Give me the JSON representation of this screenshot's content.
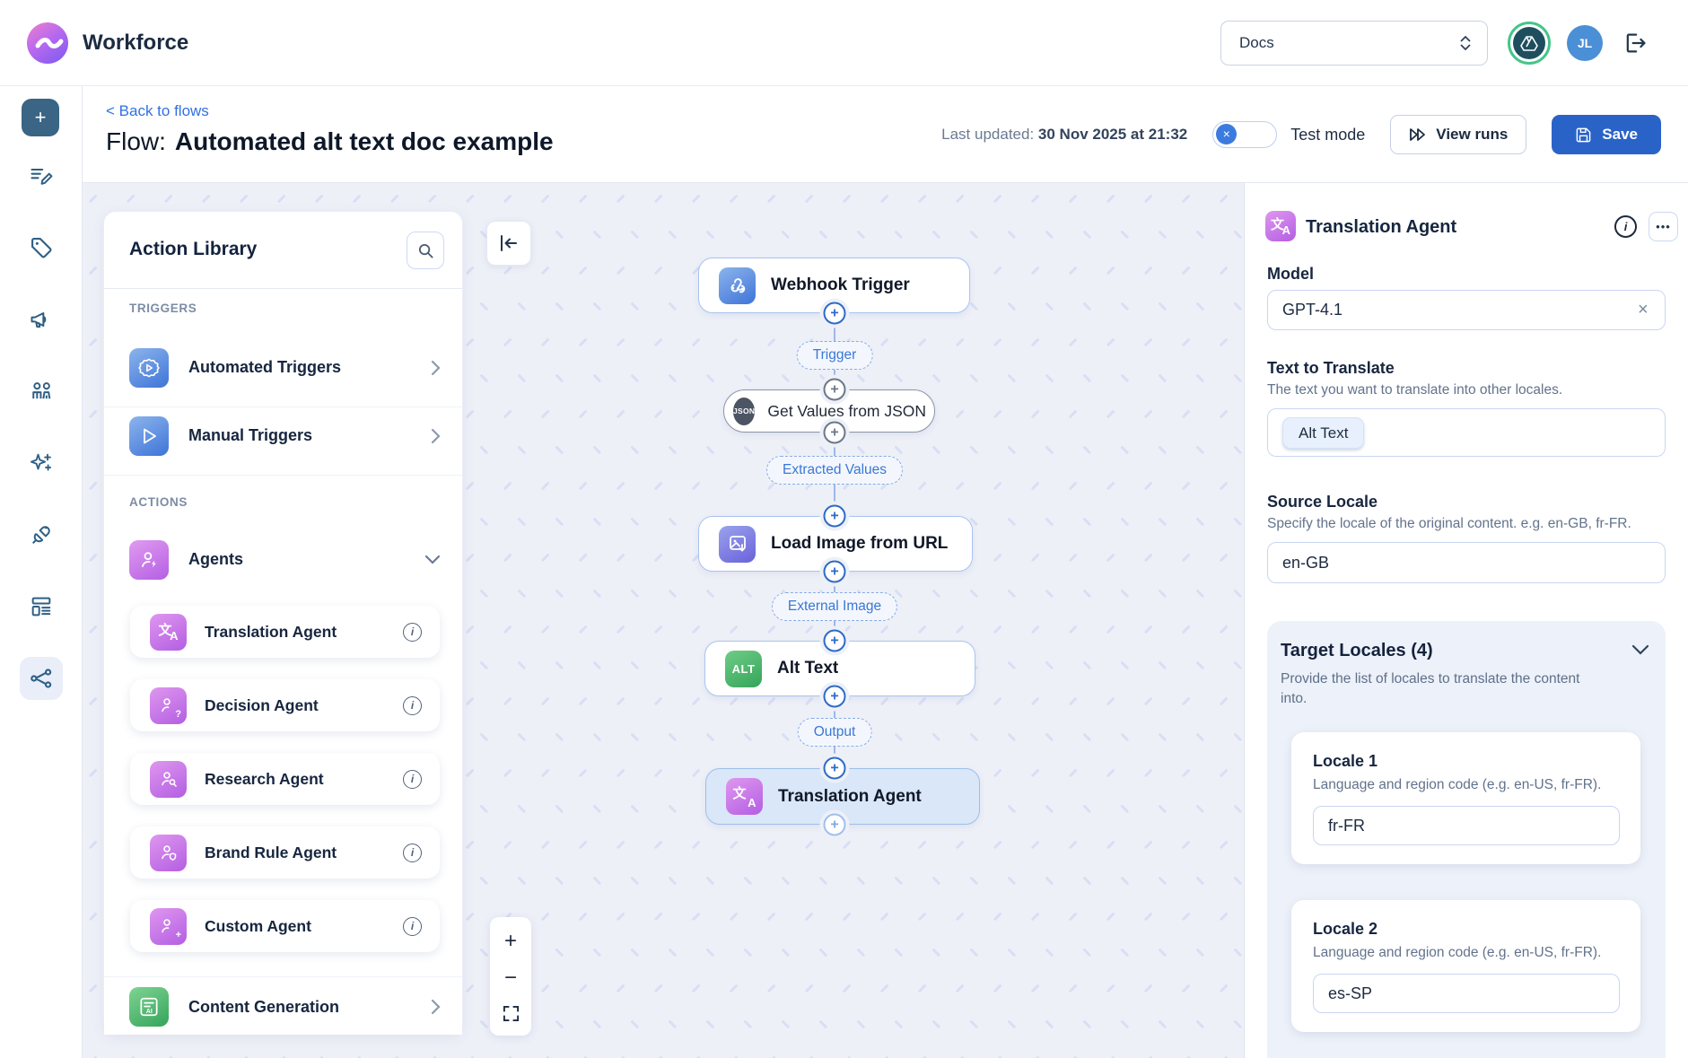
{
  "colors": {
    "accent_blue": "#2a63c8",
    "link_blue": "#3171e3",
    "connector_blue": "#2e6bc6",
    "canvas_bg": "#eef0f8",
    "agent_purple": "#b35ee2",
    "trigger_blue": "#3e74d8",
    "alt_green": "#35a45a",
    "sidebar_icon": "#2d5f85",
    "selected_node_bg": "#d9e7f8"
  },
  "icons": {
    "plus": "+",
    "minus": "−",
    "close": "×",
    "info": "i",
    "more": "•••",
    "translate_cjk": "文",
    "translate_latin": "A",
    "question": "?",
    "add": "+"
  },
  "topbar": {
    "brand": "Workforce",
    "workspace": "Docs",
    "avatar_initials": "JL"
  },
  "page": {
    "back_link": "< Back to flows",
    "title_prefix": "Flow:",
    "title": "Automated alt text doc example",
    "last_updated_label": "Last updated:",
    "last_updated_value": "30 Nov 2025 at 21:32",
    "test_mode_label": "Test mode",
    "view_runs_label": "View runs",
    "save_label": "Save"
  },
  "library": {
    "title": "Action Library",
    "triggers_heading": "TRIGGERS",
    "actions_heading": "ACTIONS",
    "triggers": [
      {
        "label": "Automated Triggers"
      },
      {
        "label": "Manual Triggers"
      }
    ],
    "agents_group_label": "Agents",
    "agents": [
      {
        "label": "Translation Agent"
      },
      {
        "label": "Decision Agent"
      },
      {
        "label": "Research Agent"
      },
      {
        "label": "Brand Rule Agent"
      },
      {
        "label": "Custom Agent"
      }
    ],
    "content_generation_label": "Content Generation",
    "content_icon_text": "AI"
  },
  "flow": {
    "nodes": {
      "webhook": "Webhook Trigger",
      "json": "Get Values from JSON",
      "json_badge": "JSON",
      "load_image": "Load Image from URL",
      "alt": "Alt Text",
      "alt_badge": "ALT",
      "translation": "Translation Agent"
    },
    "pills": {
      "trigger": "Trigger",
      "extracted": "Extracted Values",
      "external": "External Image",
      "output": "Output"
    }
  },
  "inspector": {
    "title": "Translation Agent",
    "model_label": "Model",
    "model_value": "GPT-4.1",
    "text_to_translate_label": "Text to Translate",
    "text_to_translate_desc": "The text you want to translate into other locales.",
    "text_chip": "Alt Text",
    "source_locale_label": "Source Locale",
    "source_locale_desc": "Specify the locale of the original content. e.g. en-GB, fr-FR.",
    "source_locale_value": "en-GB",
    "target_locales": {
      "title": "Target Locales (4)",
      "desc": "Provide the list of locales to translate the content into.",
      "locales": [
        {
          "label": "Locale 1",
          "desc": "Language and region code (e.g. en-US, fr-FR).",
          "value": "fr-FR"
        },
        {
          "label": "Locale 2",
          "desc": "Language and region code (e.g. en-US, fr-FR).",
          "value": "es-SP"
        }
      ]
    }
  }
}
